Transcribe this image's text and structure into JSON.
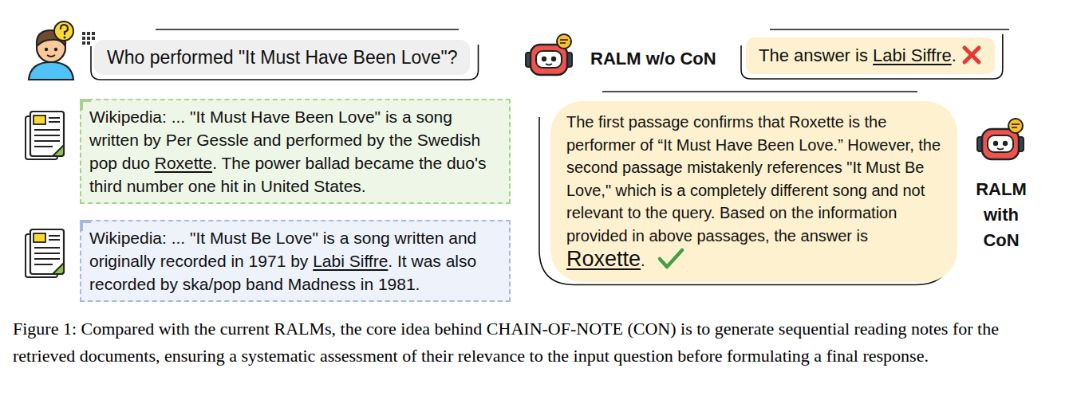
{
  "diagram": {
    "caption": "Figure 1: Compared with the current RALMs, the core idea behind CHAIN-OF-NOTE (CON) is to generate sequential reading notes for the retrieved documents, ensuring a systematic assessment of their relevance to the input question before formulating a final response.",
    "nodes": [
      {
        "text": [
          "Who performed \"It Must Have Been Love\"?"
        ]
      },
      {
        "text": [
          "The answer is Labi Siffre."
        ]
      },
      {
        "text": [
          "Wikipedia: ... \"It Must Have Been Love\" is a song written by Per Gessle and performed by the Swedish pop duo Roxette. The power ballad became the duo's third number one hit in United States."
        ]
      },
      {
        "text": [
          "Wikipedia: ... \"It Must Be Love\" is a song written and originally recorded in 1971 by Labi Siffre. It was also recorded by ska/pop band Madness in 1981."
        ]
      },
      {
        "text": [
          "The first passage confirms that Roxette is the performer of “It Must Have Been Love.” However, the second passage mistakenly references \"It Must Be Love,\" which is a completely different song and not relevant to the query. Based on the information provided in above passages, the answer is Roxette."
        ]
      }
    ],
    "labels": [
      "RALM w/o CoN",
      "RALM with CoN"
    ]
  }
}
